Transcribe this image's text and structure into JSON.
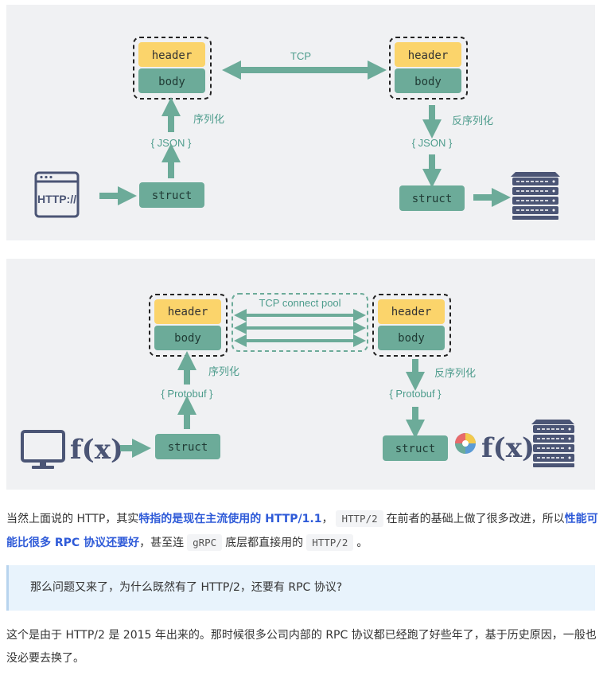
{
  "diagram1": {
    "header_label": "header",
    "body_label": "body",
    "struct_label": "struct",
    "transport_label": "TCP",
    "serialize_label": "序列化",
    "deserialize_label": "反序列化",
    "format_label": "{ JSON }",
    "http_icon_text": "HTTP://"
  },
  "diagram2": {
    "header_label": "header",
    "body_label": "body",
    "struct_label": "struct",
    "transport_label": "TCP connect pool",
    "serialize_label": "序列化",
    "deserialize_label": "反序列化",
    "format_label": "{ Protobuf }",
    "fx_text": "f(x)"
  },
  "paragraph1": {
    "t1": "当然上面说的 HTTP，其实",
    "h1": "特指的是现在主流使用的 HTTP/1.1",
    "t2": "，",
    "c1": "HTTP/2",
    "t3": "在前者的基础上做了很多改进，所以",
    "h2": "性能可能比很多 RPC 协议还要好",
    "t4": "，甚至连",
    "c2": "gRPC",
    "t5": "底层都直接用的",
    "c3": "HTTP/2",
    "t6": "。"
  },
  "quote": {
    "text": "那么问题又来了，为什么既然有了 HTTP/2，还要有 RPC 协议?"
  },
  "paragraph2": {
    "text": "这个是由于 HTTP/2 是 2015 年出来的。那时候很多公司内部的 RPC 协议都已经跑了好些年了，基于历史原因，一般也没必要去换了。"
  },
  "colors": {
    "header": "#fbd46b",
    "body": "#6cab99",
    "arrow": "#6cab99",
    "icon": "#4b5575",
    "background": "#f0f1f3"
  }
}
